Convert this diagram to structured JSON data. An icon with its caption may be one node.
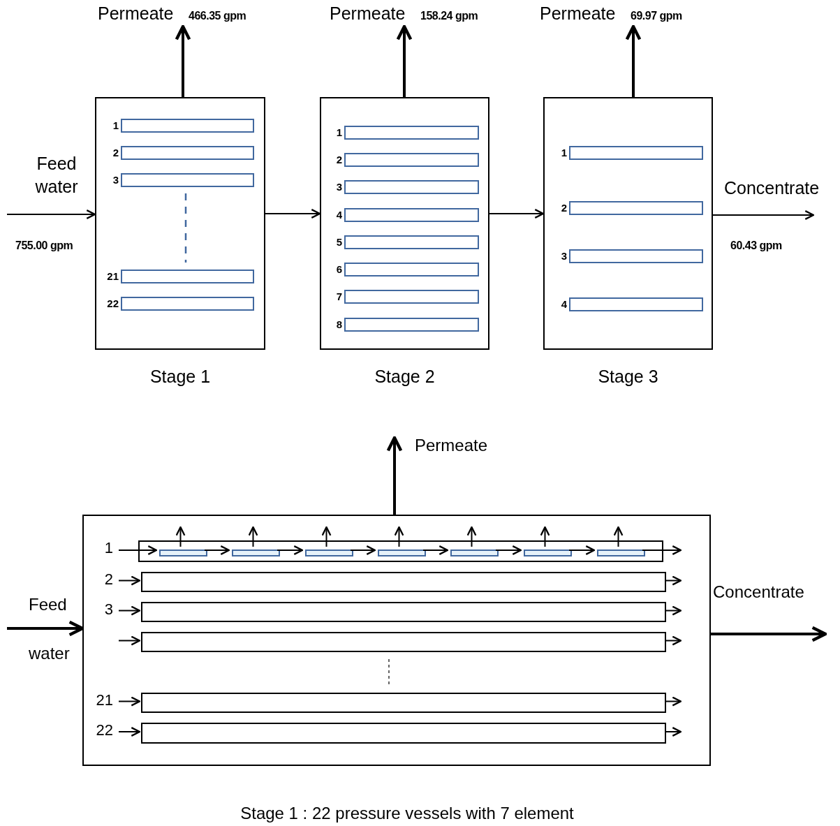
{
  "diagram": {
    "caption": "Stage 1 : 22 pressure vessels with 7 element",
    "nodes": [
      {
        "text": [
          "Stage 1"
        ]
      },
      {
        "text": [],
        "shape": "box",
        "in": 0,
        "beside": [
          "1"
        ]
      },
      {
        "text": [],
        "shape": "box",
        "in": 0,
        "beside": [
          "2"
        ]
      },
      {
        "text": [],
        "shape": "box",
        "in": 0,
        "beside": [
          "3"
        ]
      },
      {
        "text": [],
        "shape": "box",
        "in": 0,
        "beside": [
          "21"
        ]
      },
      {
        "text": [],
        "shape": "box",
        "in": 0,
        "beside": [
          "22"
        ]
      },
      {
        "text": [
          "Stage 2"
        ]
      },
      {
        "text": [],
        "shape": "box",
        "in": 6,
        "beside": [
          "1"
        ]
      },
      {
        "text": [],
        "shape": "box",
        "in": 6,
        "beside": [
          "2"
        ]
      },
      {
        "text": [],
        "shape": "box",
        "in": 6,
        "beside": [
          "3"
        ]
      },
      {
        "text": [],
        "shape": "box",
        "in": 6,
        "beside": [
          "4"
        ]
      },
      {
        "text": [],
        "shape": "box",
        "in": 6,
        "beside": [
          "5"
        ]
      },
      {
        "text": [],
        "shape": "box",
        "in": 6,
        "beside": [
          "6"
        ]
      },
      {
        "text": [],
        "shape": "box",
        "in": 6,
        "beside": [
          "7"
        ]
      },
      {
        "text": [],
        "shape": "box",
        "in": 6,
        "beside": [
          "8"
        ]
      },
      {
        "text": [
          "Stage 3"
        ]
      },
      {
        "text": [],
        "shape": "box",
        "in": 15,
        "beside": [
          "1"
        ]
      },
      {
        "text": [],
        "shape": "box",
        "in": 15,
        "beside": [
          "2"
        ]
      },
      {
        "text": [],
        "shape": "box",
        "in": 15,
        "beside": [
          "3"
        ]
      },
      {
        "text": [],
        "shape": "box",
        "in": 15,
        "beside": [
          "4"
        ]
      },
      {
        "text": [
          "Permeate"
        ],
        "beside": [
          "466.35 gpm"
        ]
      },
      {
        "text": [
          "Permeate"
        ],
        "beside": [
          "158.24 gpm"
        ]
      },
      {
        "text": [
          "Permeate"
        ],
        "beside": [
          "69.97 gpm"
        ]
      },
      {
        "text": [],
        "shape": "box"
      },
      {
        "text": [],
        "shape": "box",
        "in": 23,
        "beside": [
          "1"
        ]
      },
      {
        "text": [],
        "shape": "box",
        "in": 23,
        "beside": [
          "2"
        ]
      },
      {
        "text": [],
        "shape": "box",
        "in": 23,
        "beside": [
          "3"
        ]
      },
      {
        "text": [],
        "shape": "box",
        "in": 23
      },
      {
        "text": [],
        "shape": "box",
        "in": 23,
        "beside": [
          "21"
        ]
      },
      {
        "text": [],
        "shape": "box",
        "in": 23,
        "beside": [
          "22"
        ]
      },
      {
        "text": [],
        "shape": "box",
        "in": 24
      },
      {
        "text": [],
        "shape": "box",
        "in": 24
      },
      {
        "text": [],
        "shape": "box",
        "in": 24
      },
      {
        "text": [],
        "shape": "box",
        "in": 24
      },
      {
        "text": [],
        "shape": "box",
        "in": 24
      },
      {
        "text": [],
        "shape": "box",
        "in": 24
      },
      {
        "text": [],
        "shape": "box",
        "in": 24
      }
    ],
    "edges": [
      {
        "from": null,
        "to": 0,
        "arrow": "to"
      },
      {
        "from": 0,
        "to": 6,
        "arrow": "to"
      },
      {
        "from": 6,
        "to": 15,
        "arrow": "to"
      },
      {
        "from": 15,
        "to": null,
        "arrow": "to"
      },
      {
        "from": 0,
        "to": 20,
        "arrow": "to",
        "style": "thick"
      },
      {
        "from": 6,
        "to": 21,
        "arrow": "to",
        "style": "thick"
      },
      {
        "from": 15,
        "to": 22,
        "arrow": "to",
        "style": "thick"
      },
      {
        "from": null,
        "to": 23,
        "arrow": "to",
        "style": "thick"
      },
      {
        "from": 23,
        "to": null,
        "arrow": "to",
        "style": "thick"
      },
      {
        "from": 23,
        "to": null,
        "arrow": "to",
        "style": "thick"
      },
      {
        "from": null,
        "to": 30,
        "arrow": "to"
      },
      {
        "from": 30,
        "to": 31,
        "arrow": "to"
      },
      {
        "from": 31,
        "to": 32,
        "arrow": "to"
      },
      {
        "from": 32,
        "to": 33,
        "arrow": "to"
      },
      {
        "from": 33,
        "to": 34,
        "arrow": "to"
      },
      {
        "from": 34,
        "to": 35,
        "arrow": "to"
      },
      {
        "from": 35,
        "to": 36,
        "arrow": "to"
      },
      {
        "from": 36,
        "to": null,
        "arrow": "to"
      },
      {
        "from": 30,
        "to": null,
        "arrow": "to"
      },
      {
        "from": 31,
        "to": null,
        "arrow": "to"
      },
      {
        "from": 32,
        "to": null,
        "arrow": "to"
      },
      {
        "from": 33,
        "to": null,
        "arrow": "to"
      },
      {
        "from": 34,
        "to": null,
        "arrow": "to"
      },
      {
        "from": 35,
        "to": null,
        "arrow": "to"
      },
      {
        "from": 36,
        "to": null,
        "arrow": "to"
      },
      {
        "from": null,
        "to": 25,
        "arrow": "to"
      },
      {
        "from": null,
        "to": 26,
        "arrow": "to"
      },
      {
        "from": null,
        "to": 27,
        "arrow": "to"
      },
      {
        "from": null,
        "to": 28,
        "arrow": "to"
      },
      {
        "from": null,
        "to": 29,
        "arrow": "to"
      },
      {
        "from": 25,
        "to": null,
        "arrow": "to"
      },
      {
        "from": 26,
        "to": null,
        "arrow": "to"
      },
      {
        "from": 27,
        "to": null,
        "arrow": "to"
      },
      {
        "from": 28,
        "to": null,
        "arrow": "to"
      },
      {
        "from": 29,
        "to": null,
        "arrow": "to"
      }
    ],
    "labels": [
      "Feed water",
      "755.00 gpm",
      "Concentrate",
      "60.43 gpm",
      "Permeate",
      "Feed",
      "water",
      "Concentrate"
    ]
  }
}
